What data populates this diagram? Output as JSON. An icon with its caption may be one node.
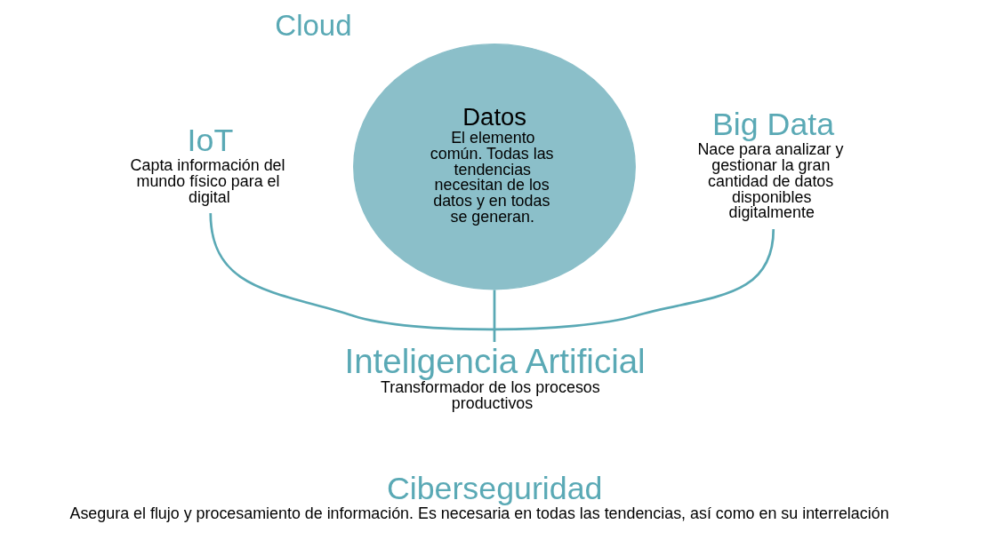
{
  "diagram": {
    "nodes": [
      {
        "text": [
          "IoT",
          "Capta información del mundo físico para el digital"
        ]
      },
      {
        "text": [
          "Big Data",
          "Nace para analizar y gestionar la gran cantidad de datos disponibles digitalmente"
        ]
      },
      {
        "text": [
          "Datos",
          "El elemento común. Todas las tendencias necesitan de los datos y en todas se generan."
        ],
        "beside": [
          "Cloud"
        ]
      },
      {
        "text": [
          "Inteligencia Artificial",
          "Transformador de los procesos productivos"
        ]
      },
      {
        "text": [
          "Ciberseguridad",
          "Asegura el flujo y procesamiento de información. Es necesaria en todas las tendencias, así como en su interrelación"
        ]
      }
    ],
    "edges": [
      {
        "from": 0,
        "to": 1,
        "arrow": "none"
      },
      {
        "from": 2,
        "to": 3,
        "arrow": "none"
      }
    ]
  }
}
